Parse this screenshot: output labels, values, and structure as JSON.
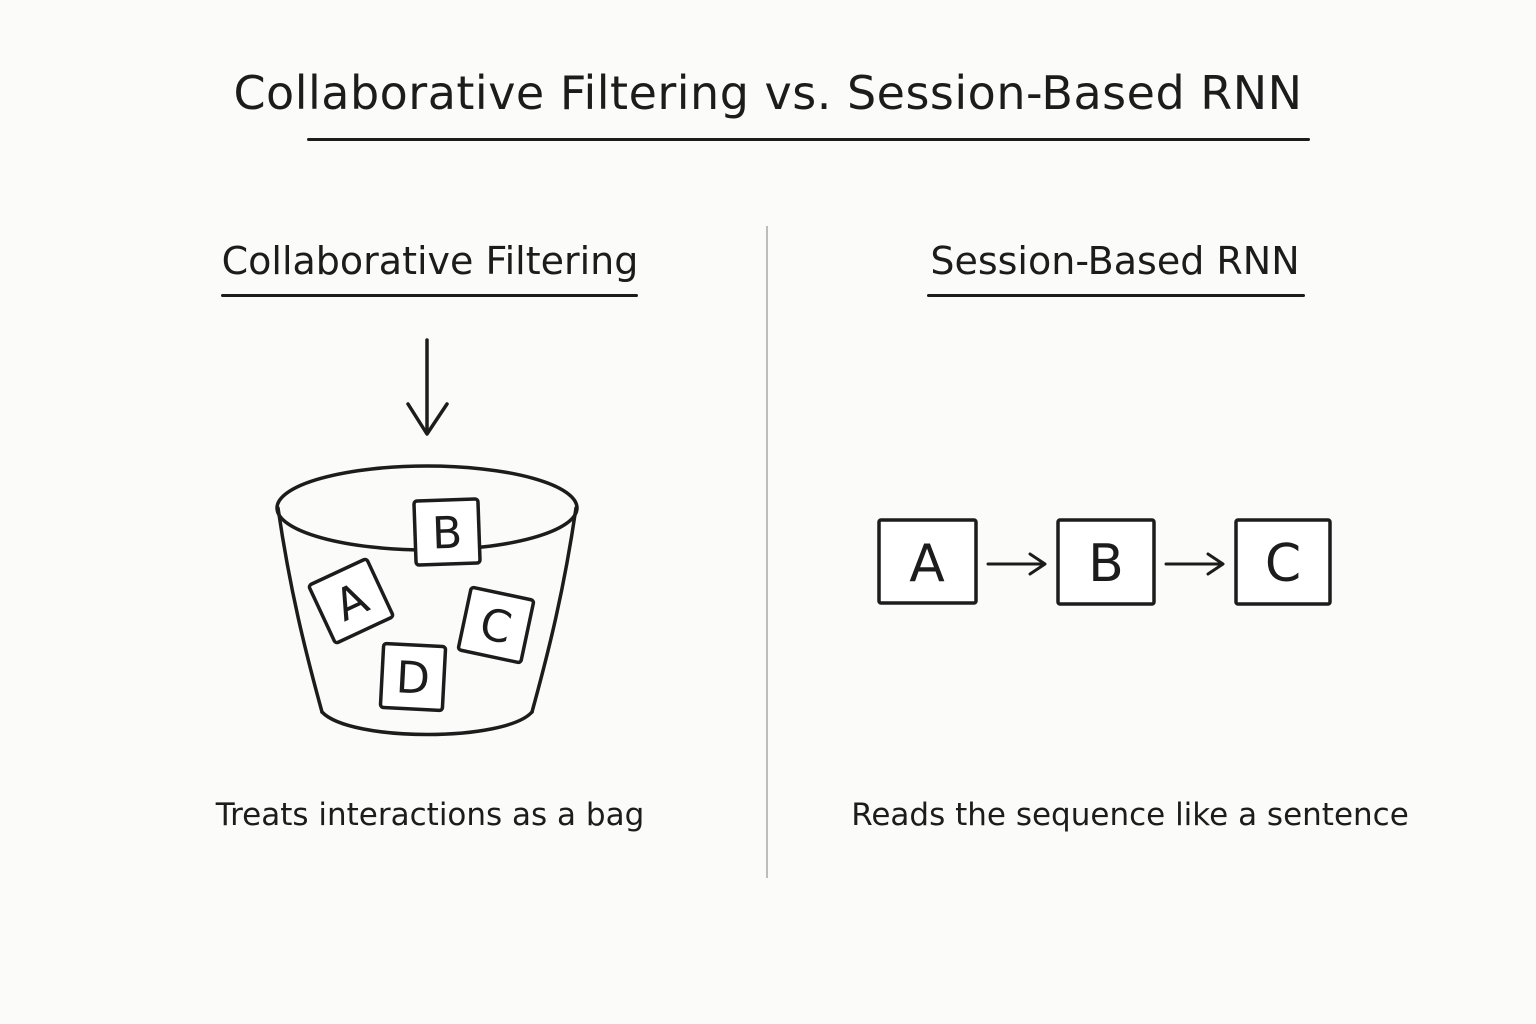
{
  "title": "Collaborative Filtering vs. Session-Based RNN",
  "left_panel": {
    "heading": "Collaborative Filtering",
    "items": [
      "B",
      "A",
      "C",
      "D"
    ],
    "caption": "Treats interactions as a bag"
  },
  "right_panel": {
    "heading": "Session-Based RNN",
    "sequence": [
      "A",
      "B",
      "C"
    ],
    "caption": "Reads the sequence like a sentence"
  },
  "colors": {
    "ink": "#1c1c1c",
    "divider": "#bdbdbd",
    "background": "#fbfbfa",
    "box_fill": "#ffffff"
  }
}
